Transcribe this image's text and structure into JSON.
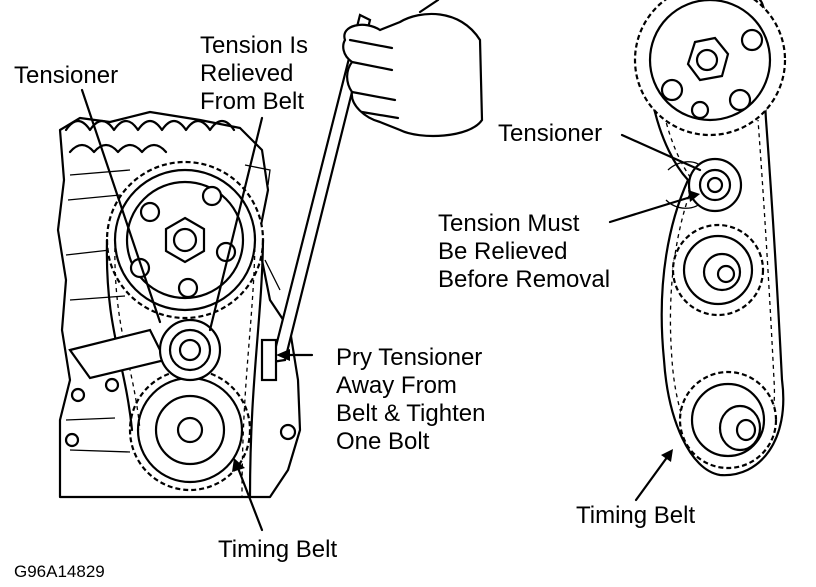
{
  "left_view": {
    "tensioner_label": "Tensioner",
    "relief_label": [
      "Tension Is",
      "Relieved",
      "From Belt"
    ],
    "pry_label": [
      "Pry Tensioner",
      "Away From",
      "Belt & Tighten",
      "One Bolt"
    ],
    "belt_label": "Timing Belt"
  },
  "right_view": {
    "tensioner_label": "Tensioner",
    "removal_label": [
      "Tension Must",
      "Be Relieved",
      "Before Removal"
    ],
    "belt_label": "Timing Belt"
  },
  "figure_code": "G96A14829",
  "colors": {
    "ink": "#000000",
    "background": "#ffffff"
  }
}
